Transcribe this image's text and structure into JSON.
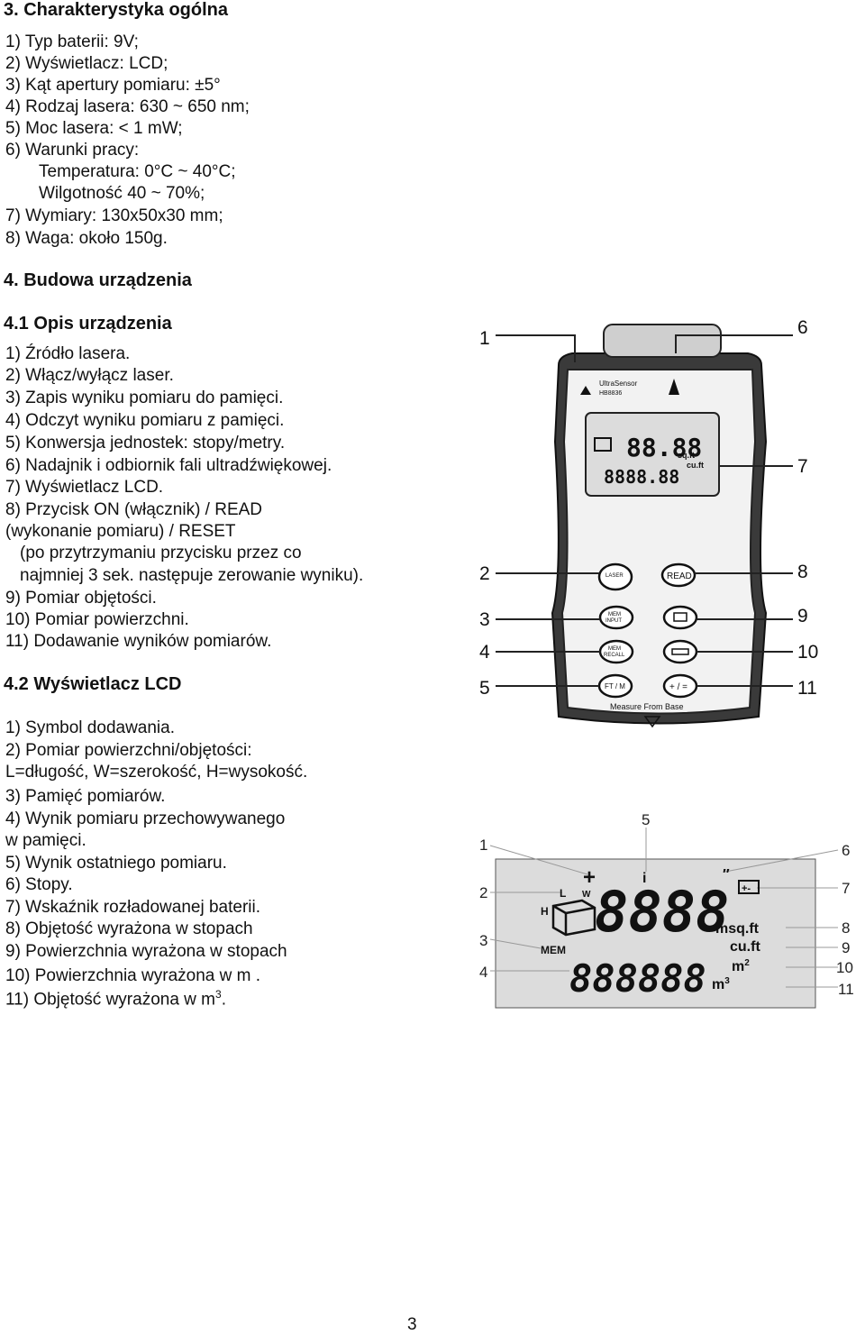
{
  "sec3": {
    "heading": "3. Charakterystyka ogólna",
    "items": [
      "1)  Typ baterii: 9V;",
      "2)  Wyświetlacz: LCD;",
      "3)  Kąt apertury pomiaru: ±5°",
      "4)  Rodzaj lasera: 630 ~ 650 nm;",
      "5)  Moc lasera: < 1 mW;",
      "6)  Warunki pracy:",
      "Temperatura: 0°C ~ 40°C;",
      "Wilgotność 40 ~ 70%;",
      "7)  Wymiary: 130x50x30 mm;",
      "8)  Waga: około 150g."
    ]
  },
  "sec4": {
    "heading": "4. Budowa urządzenia",
    "sub1": "4.1  Opis urządzenia",
    "items": [
      "1) Źródło lasera.",
      "2) Włącz/wyłącz laser.",
      "3) Zapis wyniku pomiaru do pamięci.",
      "4) Odczyt wyniku pomiaru z pamięci.",
      "5) Konwersja jednostek: stopy/metry.",
      "6) Nadajnik i odbiornik fali ultradźwiękowej.",
      "7) Wyświetlacz LCD.",
      "8) Przycisk ON (włącznik) / READ",
      "(wykonanie pomiaru) / RESET",
      "(po przytrzymaniu przycisku przez co",
      "najmniej 3 sek. następuje zerowanie wyniku).",
      "9)  Pomiar objętości.",
      "10) Pomiar powierzchni.",
      "11) Dodawanie wyników pomiarów."
    ],
    "sub2": "4.2 Wyświetlacz LCD",
    "lcd_items": [
      "1) Symbol dodawania.",
      "2) Pomiar powierzchni/objętości:",
      "L=długość, W=szerokość, H=wysokość.",
      "3) Pamięć pomiarów.",
      "4) Wynik pomiaru przechowywanego",
      "w pamięci.",
      "5) Wynik ostatniego pomiaru.",
      "6) Stopy.",
      "7) Wskaźnik rozładowanej baterii.",
      "8) Objętość wyrażona w stopach",
      "9)   Powierzchnia wyrażona w stopach",
      "10) Powierzchnia wyrażona w m .",
      "11)  Objętość wyrażona w m"
    ],
    "last_superscript": "3",
    "last_suffix": "."
  },
  "device_figure": {
    "callouts": [
      "1",
      "2",
      "3",
      "4",
      "5",
      "6",
      "7",
      "8",
      "9",
      "10",
      "11"
    ],
    "brand_text": "UltraSensor",
    "model_text": "HB8836",
    "lcd_top_digits": "88.88",
    "lcd_bottom_digits": "8888.88",
    "unit_labels": [
      "sq.ft",
      "cu.ft"
    ],
    "buttons": {
      "laser": "LASER",
      "read": "READ",
      "mem_input": "MEM\nINPUT",
      "mem_recall": "MEM\nRECALL",
      "ftm": "FT / M",
      "plus_eq": "+ / =",
      "volume_icon": "volume-icon",
      "area_icon": "area-icon"
    },
    "bottom_text": "Measure From Base"
  },
  "lcd_figure": {
    "callouts": [
      "1",
      "2",
      "3",
      "4",
      "5",
      "6",
      "7",
      "8",
      "9",
      "10",
      "11"
    ],
    "plus": "+",
    "l_label": "L",
    "w_label": "W",
    "h_label": "H",
    "mem_label": "MEM",
    "top_digits": "8888",
    "bottom_digits": "888888",
    "units_top": [
      "msq.ft",
      "cu.ft"
    ],
    "units_bottom": [
      "m2",
      "m3"
    ],
    "battery_symbol": "+-"
  },
  "page_number": "3",
  "colors": {
    "text": "#111111",
    "device_body": "#3a3a3a",
    "lcd_bg": "#dcdcdc"
  }
}
